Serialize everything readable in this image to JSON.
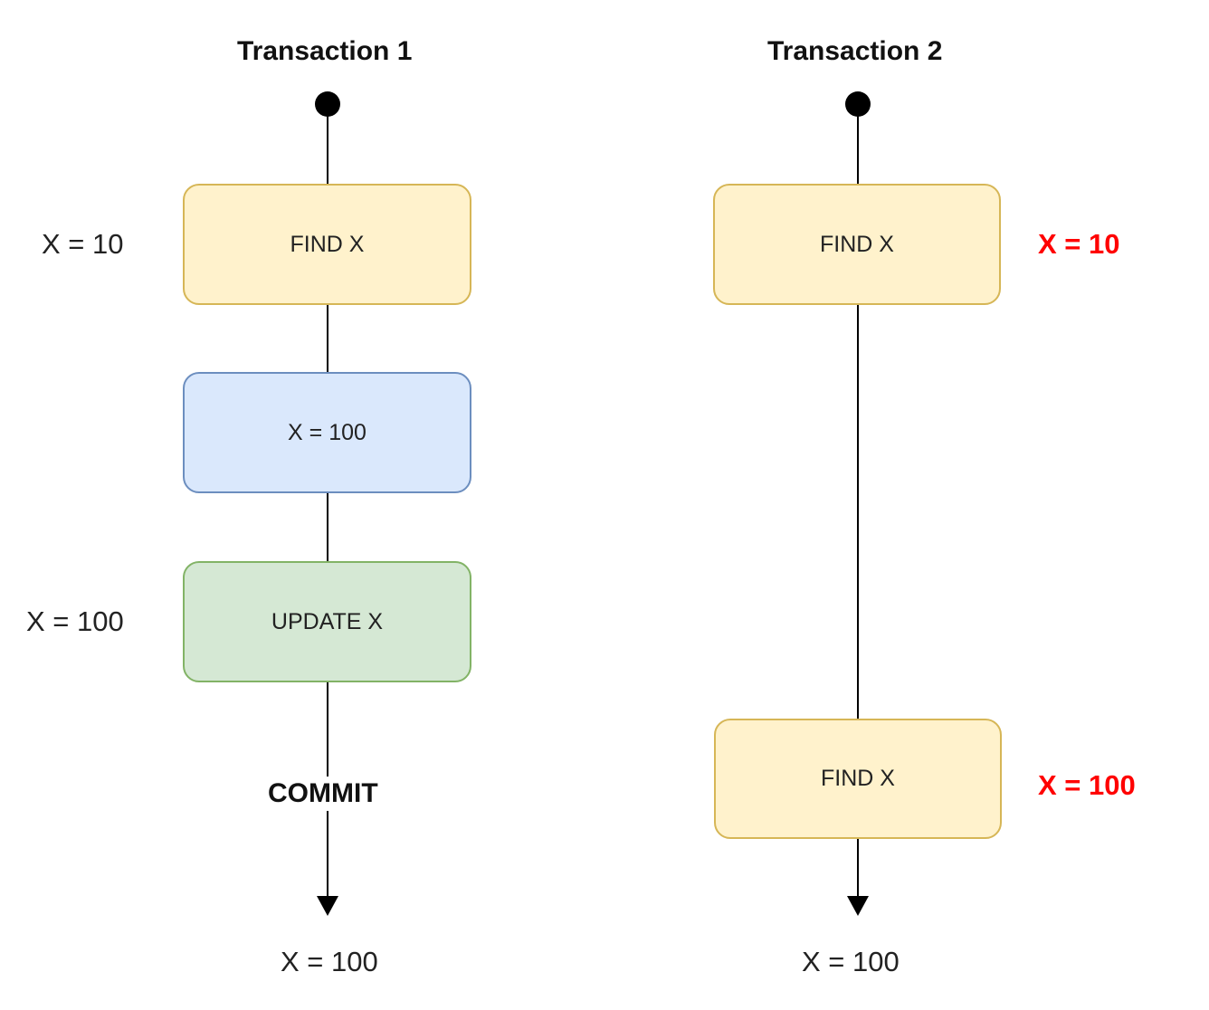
{
  "transactions": [
    {
      "title": "Transaction 1",
      "steps": [
        {
          "text": "FIND X",
          "kind": "find",
          "side_note": "X = 10",
          "side_note_highlight": false
        },
        {
          "text": "X = 100",
          "kind": "assign",
          "side_note": "",
          "side_note_highlight": false
        },
        {
          "text": "UPDATE X",
          "kind": "update",
          "side_note": "X = 100",
          "side_note_highlight": false
        }
      ],
      "commit_label": "COMMIT",
      "final_value": "X = 100"
    },
    {
      "title": "Transaction 2",
      "steps": [
        {
          "text": "FIND X",
          "kind": "find",
          "side_note": "X = 10",
          "side_note_highlight": true
        },
        {
          "text": "FIND X",
          "kind": "find",
          "side_note": "X = 100",
          "side_note_highlight": true
        }
      ],
      "commit_label": "",
      "final_value": "X = 100"
    }
  ],
  "colors": {
    "find_fill": "#fff2cc",
    "find_stroke": "#d6b656",
    "assign_fill": "#dae8fc",
    "assign_stroke": "#6c8ebf",
    "update_fill": "#d5e8d4",
    "update_stroke": "#82b366",
    "line": "#000000",
    "highlight": "#ff0000"
  }
}
